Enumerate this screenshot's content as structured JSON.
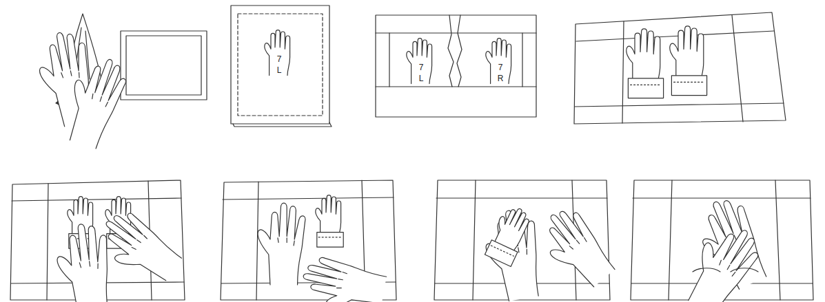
{
  "diagram": {
    "labels": [
      "7",
      "L",
      "7",
      "L",
      "7",
      "R"
    ]
  }
}
